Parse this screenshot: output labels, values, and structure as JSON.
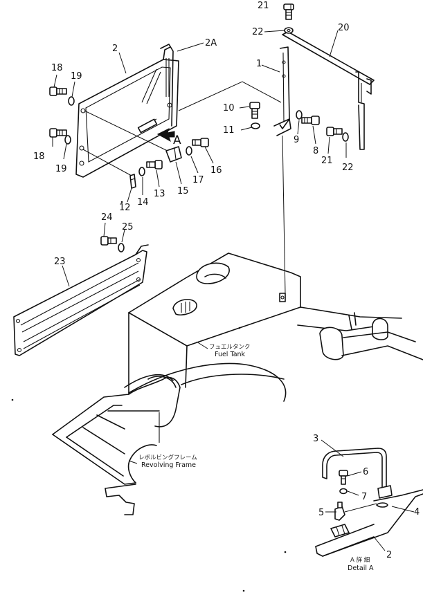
{
  "part_numbers": {
    "p1": "1",
    "p2": "2",
    "p2a": "2A",
    "p2_detail": "2",
    "p3": "3",
    "p4": "4",
    "p5": "5",
    "p6": "6",
    "p7": "7",
    "p8": "8",
    "p9": "9",
    "p10": "10",
    "p11": "11",
    "p12": "12",
    "p13": "13",
    "p14": "14",
    "p15": "15",
    "p16": "16",
    "p17": "17",
    "p18_top": "18",
    "p18_bottom": "18",
    "p19_top": "19",
    "p19_bottom": "19",
    "p20": "20",
    "p21_top": "21",
    "p21_right": "21",
    "p22_top": "22",
    "p22_right": "22",
    "p23": "23",
    "p24": "24",
    "p25": "25"
  },
  "view_marker": "A",
  "labels": {
    "fuel_tank_jp": "フュエルタンク",
    "fuel_tank_en": "Fuel Tank",
    "revolving_frame_jp": "レボルビングフレーム",
    "revolving_frame_en": "Revolving Frame",
    "detail_jp": "A 詳 細",
    "detail_en": "Detail A"
  }
}
